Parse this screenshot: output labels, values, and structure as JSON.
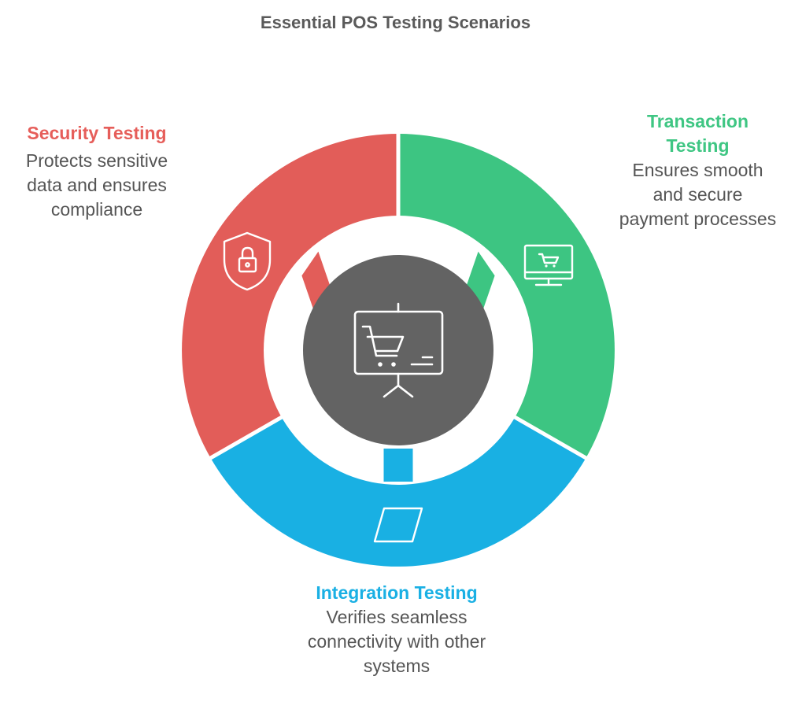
{
  "title": "Essential POS Testing Scenarios",
  "center": {
    "icon": "pos-terminal-cart-icon"
  },
  "segments": [
    {
      "key": "security",
      "heading": "Security Testing",
      "description": "Protects sensitive data and ensures compliance",
      "color": "#e25d59",
      "icon": "shield-lock-icon"
    },
    {
      "key": "transaction",
      "heading": "Transaction Testing",
      "description": "Ensures smooth and secure payment processes",
      "color": "#3dc582",
      "icon": "monitor-cart-icon"
    },
    {
      "key": "integration",
      "heading": "Integration Testing",
      "description": "Verifies seamless connectivity with other systems",
      "color": "#19b0e3",
      "icon": "parallelogram-icon"
    }
  ],
  "colors": {
    "center": "#636363",
    "title": "#5a5a5a",
    "text": "#555555"
  }
}
